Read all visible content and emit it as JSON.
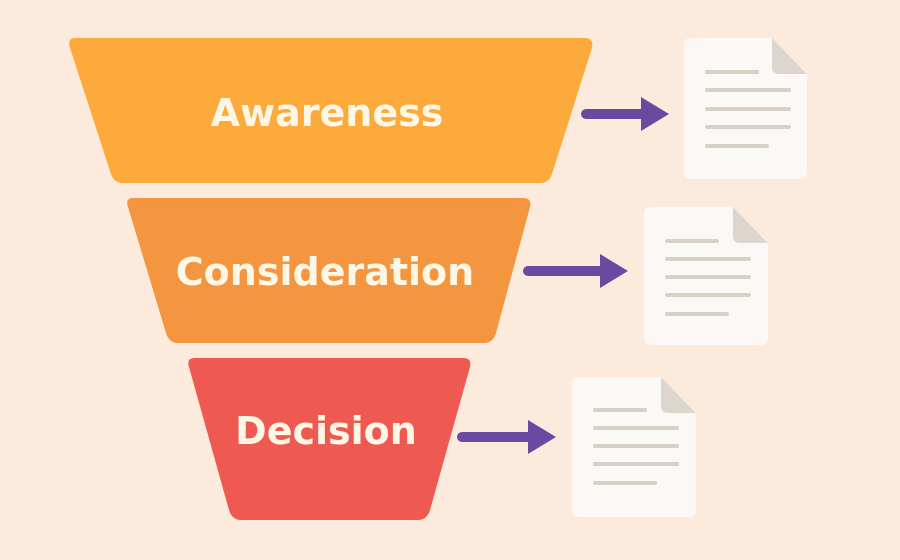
{
  "diagram": {
    "type": "funnel",
    "stages": [
      {
        "label": "Awareness",
        "color": "#FBAA3B"
      },
      {
        "label": "Consideration",
        "color": "#F4953F"
      },
      {
        "label": "Decision",
        "color": "#EE5A52"
      }
    ],
    "arrow_color": "#6A4AA1",
    "document_icon": "document-icon"
  },
  "colors": {
    "background": "#FCEBDD",
    "document_fill": "#FBF8F5",
    "document_fold": "#DDD6CE",
    "document_lines": "#D8CFC6"
  }
}
